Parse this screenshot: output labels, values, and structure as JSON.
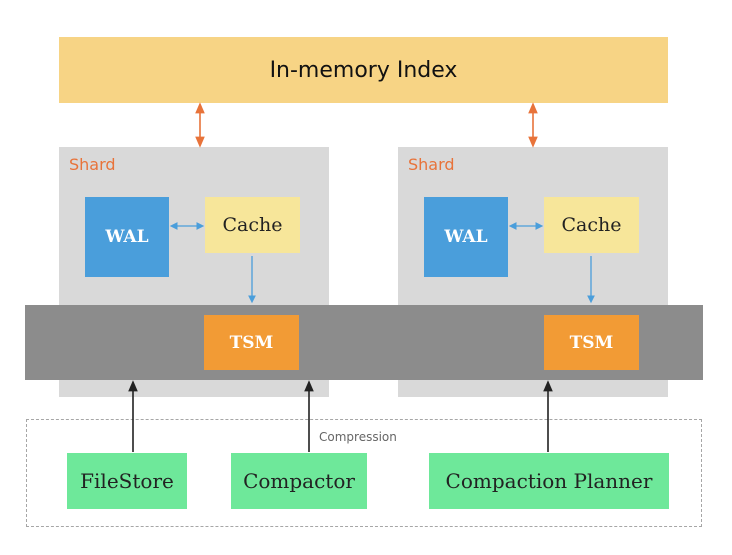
{
  "index": {
    "label": "In-memory Index"
  },
  "shards": [
    {
      "label": "Shard",
      "wal": "WAL",
      "cache": "Cache",
      "tsm": "TSM"
    },
    {
      "label": "Shard",
      "wal": "WAL",
      "cache": "Cache",
      "tsm": "TSM"
    }
  ],
  "compression": {
    "label": "Compression",
    "components": [
      "FileStore",
      "Compactor",
      "Compaction Planner"
    ]
  },
  "colors": {
    "index": "#f7d485",
    "shard": "#d9d9d9",
    "shard_label": "#e8733a",
    "wal": "#4a9edb",
    "cache": "#f7e69a",
    "tsm": "#f29b35",
    "band": "#8c8c8c",
    "component": "#6ee89a",
    "arrow_orange": "#e8733a",
    "arrow_blue": "#4a9edb"
  }
}
